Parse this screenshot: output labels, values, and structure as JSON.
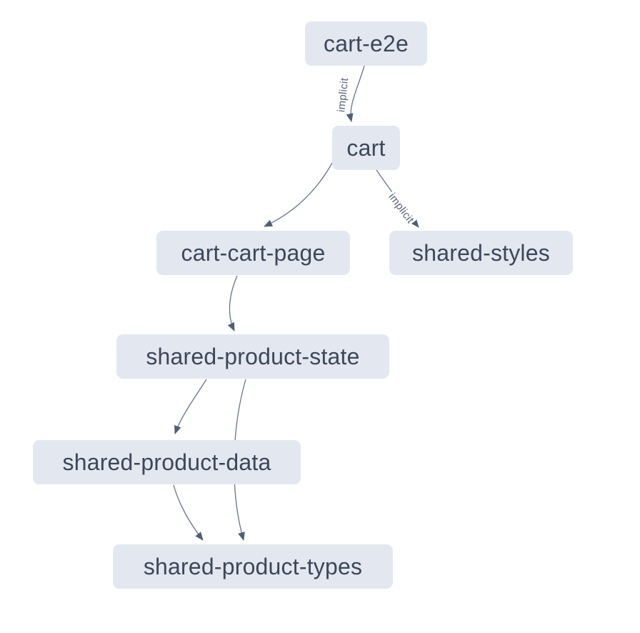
{
  "diagram": {
    "kind": "project-dependency-graph",
    "colors": {
      "background": "#ffffff",
      "node_fill": "#e3e8f0",
      "node_text": "#3d4759",
      "edge_stroke": "#68738a",
      "edge_label_text": "#5a657b"
    },
    "nodes": [
      {
        "id": "cart-e2e",
        "label": "cart-e2e"
      },
      {
        "id": "cart",
        "label": "cart"
      },
      {
        "id": "cart-cart-page",
        "label": "cart-cart-page"
      },
      {
        "id": "shared-styles",
        "label": "shared-styles"
      },
      {
        "id": "shared-product-state",
        "label": "shared-product-state"
      },
      {
        "id": "shared-product-data",
        "label": "shared-product-data"
      },
      {
        "id": "shared-product-types",
        "label": "shared-product-types"
      }
    ],
    "edges": [
      {
        "from": "cart-e2e",
        "to": "cart",
        "label": "implicit"
      },
      {
        "from": "cart",
        "to": "cart-cart-page",
        "label": ""
      },
      {
        "from": "cart",
        "to": "shared-styles",
        "label": "implicit"
      },
      {
        "from": "cart-cart-page",
        "to": "shared-product-state",
        "label": ""
      },
      {
        "from": "shared-product-state",
        "to": "shared-product-data",
        "label": ""
      },
      {
        "from": "shared-product-state",
        "to": "shared-product-types",
        "label": ""
      },
      {
        "from": "shared-product-data",
        "to": "shared-product-types",
        "label": ""
      }
    ]
  }
}
